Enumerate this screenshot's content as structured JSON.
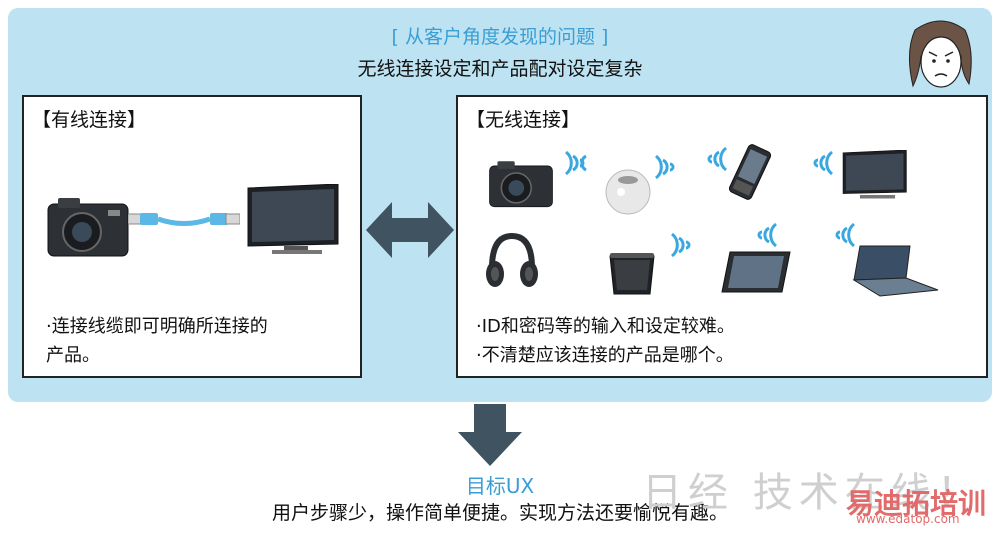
{
  "panel": {
    "title": "[ 从客户角度发现的问题 ]",
    "subtitle": "无线连接设定和产品配对设定复杂"
  },
  "wired": {
    "title": "【有线连接】",
    "lines": [
      "·连接线缆即可明确所连接的",
      "产品。"
    ]
  },
  "wireless": {
    "title": "【无线连接】",
    "lines": [
      "·ID和密码等的输入和设定较难。",
      "·不清楚应该连接的产品是哪个。"
    ]
  },
  "goal": {
    "label": "目标UX",
    "text": "用户步骤少，操作简单便捷。实现方法还要愉悦有趣。"
  },
  "watermark": {
    "text1": "日经 技术在线！",
    "text2": "易迪拓培训",
    "url": "www.edatop.com"
  },
  "colors": {
    "panel_bg": "#bde3f3",
    "accent": "#3a9ed4",
    "arrow": "#3f5360",
    "signal": "#3aa8e0",
    "cable": "#5bb8e6"
  },
  "icons": [
    "frustrated-person-icon",
    "camera-icon",
    "tv-icon",
    "usb-cable-icon",
    "speaker-ball-icon",
    "smartphone-icon",
    "headphones-icon",
    "bluetooth-speaker-icon",
    "tablet-icon",
    "laptop-icon",
    "wifi-signal-icon",
    "double-arrow-icon",
    "down-arrow-icon"
  ]
}
